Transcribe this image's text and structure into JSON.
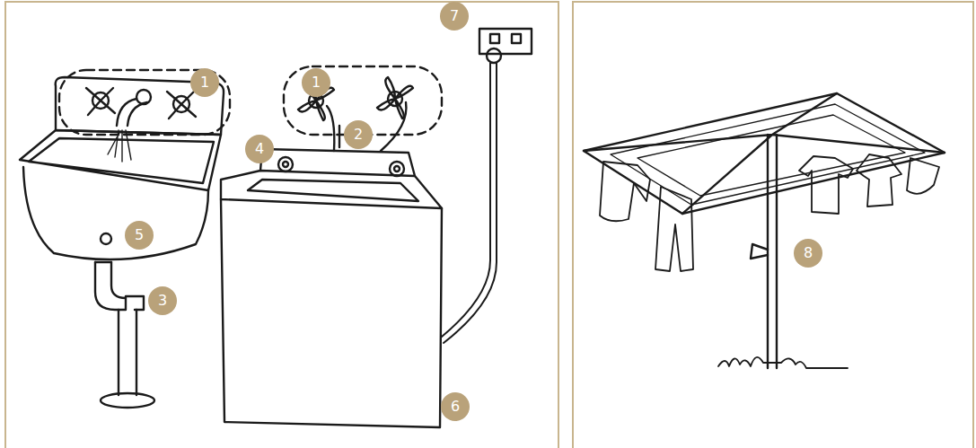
{
  "diagram": {
    "nodes": [
      {
        "text": [
          "1"
        ]
      },
      {
        "text": [
          "1"
        ]
      },
      {
        "text": [
          "2"
        ]
      },
      {
        "text": [
          "3"
        ]
      },
      {
        "text": [
          "4"
        ]
      },
      {
        "text": [
          "5"
        ]
      },
      {
        "text": [
          "6"
        ]
      },
      {
        "text": [
          "7"
        ]
      },
      {
        "text": [
          "8"
        ]
      }
    ]
  }
}
